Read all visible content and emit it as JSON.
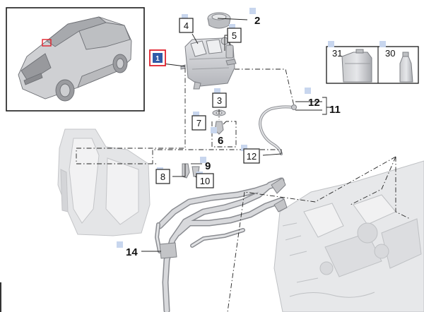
{
  "callouts": {
    "c1": "1",
    "c2": "2",
    "c3": "3",
    "c4": "4",
    "c5": "5",
    "c6": "6",
    "c7": "7",
    "c8": "8",
    "c9": "9",
    "c10": "10",
    "c11": "11",
    "c12a": "12",
    "c12b": "12",
    "c14": "14",
    "c30": "30",
    "c31": "31"
  },
  "colors": {
    "marker": "#c8d6ee",
    "selected_border": "#e0212c",
    "selected_fill": "#2f5aa8",
    "line": "#222222",
    "part_fill": "#d9dadd",
    "part_stroke": "#8d8f94"
  }
}
